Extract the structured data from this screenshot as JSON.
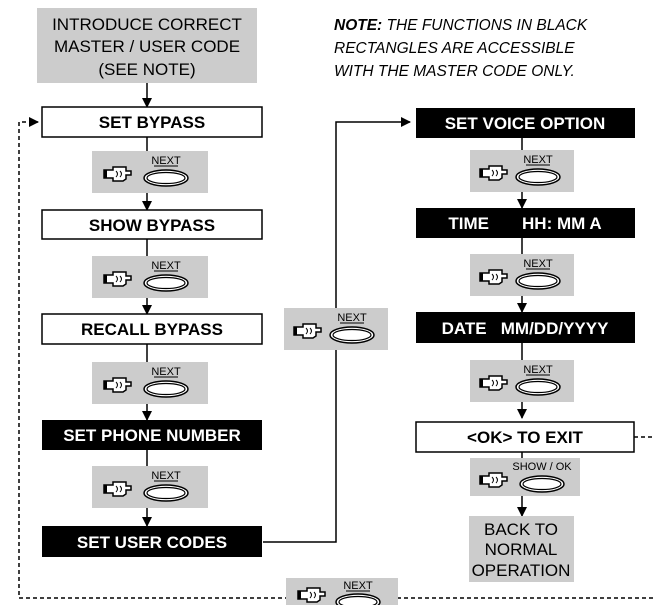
{
  "intro_box": {
    "lines": [
      "INTRODUCE CORRECT",
      "MASTER / USER CODE",
      "(SEE NOTE)"
    ]
  },
  "note": {
    "label": "NOTE:",
    "line1": " THE FUNCTIONS IN BLACK",
    "line2": "RECTANGLES ARE ACCESSIBLE",
    "line3": "WITH THE MASTER CODE ONLY."
  },
  "left_column": [
    {
      "label": "SET BYPASS",
      "master_only": false
    },
    {
      "label": "SHOW BYPASS",
      "master_only": false
    },
    {
      "label": "RECALL BYPASS",
      "master_only": false
    },
    {
      "label": "SET PHONE NUMBER",
      "master_only": true
    },
    {
      "label": "SET USER CODES",
      "master_only": true
    }
  ],
  "right_column": [
    {
      "label": "SET VOICE OPTION",
      "master_only": true
    },
    {
      "label": "TIME       HH: MM A",
      "master_only": true
    },
    {
      "label": "DATE   MM/DD/YYYY",
      "master_only": true
    },
    {
      "label": "<OK> TO EXIT",
      "master_only": false
    }
  ],
  "buttons": {
    "next": "NEXT",
    "show_ok": "SHOW / OK"
  },
  "exit_box": {
    "lines": [
      "BACK TO",
      "NORMAL",
      "OPERATION"
    ]
  },
  "icons": {
    "press": "pointing-hand-icon",
    "key": "oval-key-icon"
  },
  "colors": {
    "gray_box": "#cccccc",
    "black_box": "#000000",
    "white_text": "#ffffff"
  }
}
